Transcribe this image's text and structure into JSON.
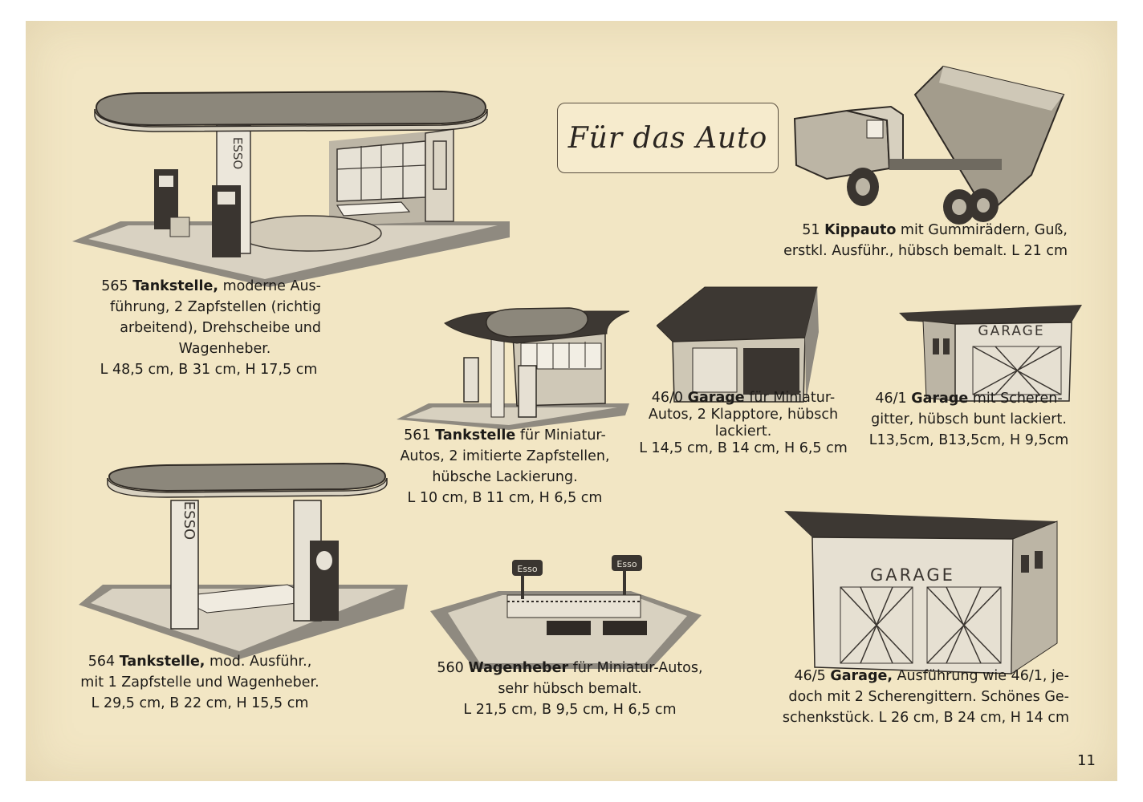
{
  "header": {
    "title": "Für das Auto"
  },
  "page_number": "11",
  "items": [
    {
      "number": "565",
      "name": "Tankstelle,",
      "lines": [
        " moderne Aus-",
        "führung, 2 Zapfstellen (richtig",
        "arbeitend), Drehscheibe und",
        "Wagenheber.",
        "L 48,5 cm, B 31 cm, H 17,5 cm"
      ],
      "sign": "ESSO"
    },
    {
      "number": "51",
      "name": "Kippauto",
      "lines": [
        " mit Gummirädern, Guß,",
        "erstkl. Ausführ., hübsch bemalt. L 21 cm"
      ]
    },
    {
      "number": "561",
      "name": "Tankstelle",
      "lines": [
        " für Miniatur-",
        "Autos, 2 imitierte Zapfstellen,",
        "hübsche Lackierung.",
        "L 10 cm, B 11 cm, H 6,5 cm"
      ]
    },
    {
      "number": "46/0",
      "name": "Garage",
      "lines": [
        " für Miniatur-",
        "Autos, 2 Klapptore, hübsch",
        "lackiert.",
        "L 14,5 cm, B 14 cm, H 6,5 cm"
      ]
    },
    {
      "number": "46/1",
      "name": "Garage",
      "lines": [
        " mit Scheren-",
        "gitter, hübsch bunt lackiert.",
        "L13,5cm, B13,5cm, H 9,5cm"
      ],
      "sign": "GARAGE"
    },
    {
      "number": "564",
      "name": "Tankstelle,",
      "lines": [
        " mod. Ausführ.,",
        "mit 1 Zapfstelle und Wagenheber.",
        "L 29,5 cm, B 22 cm, H 15,5 cm"
      ],
      "sign": "ESSO"
    },
    {
      "number": "560",
      "name": "Wagenheber",
      "lines": [
        " für Miniatur-Autos,",
        "sehr hübsch bemalt.",
        "L 21,5 cm, B 9,5 cm, H 6,5 cm"
      ],
      "sign": "Esso"
    },
    {
      "number": "46/5",
      "name": "Garage,",
      "lines": [
        " Ausführung wie 46/1, je-",
        "doch mit 2 Scherengittern. Schönes Ge-",
        "schenkstück. L 26 cm, B 24 cm, H 14 cm"
      ],
      "sign": "GARAGE"
    }
  ]
}
